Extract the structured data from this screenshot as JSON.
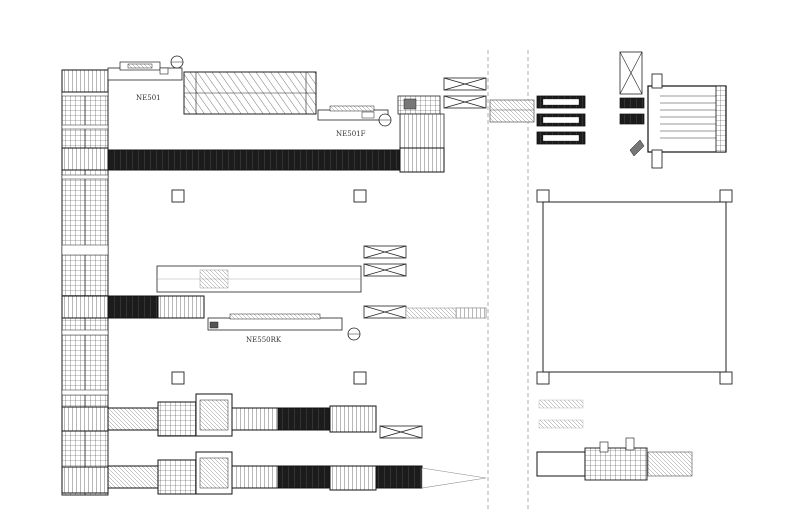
{
  "labels": {
    "ne501": "NE501",
    "ne501f": "NE501F",
    "ne550rk": "NE550RK"
  },
  "colors": {
    "line": "#222222",
    "dark_conveyor": "#1c1c1c",
    "light_line": "#999999",
    "background": "#ffffff"
  },
  "icons": {
    "cross_box": "x-marked-crate-icon",
    "motor": "round-motor-icon",
    "pillar": "square-column-icon"
  }
}
